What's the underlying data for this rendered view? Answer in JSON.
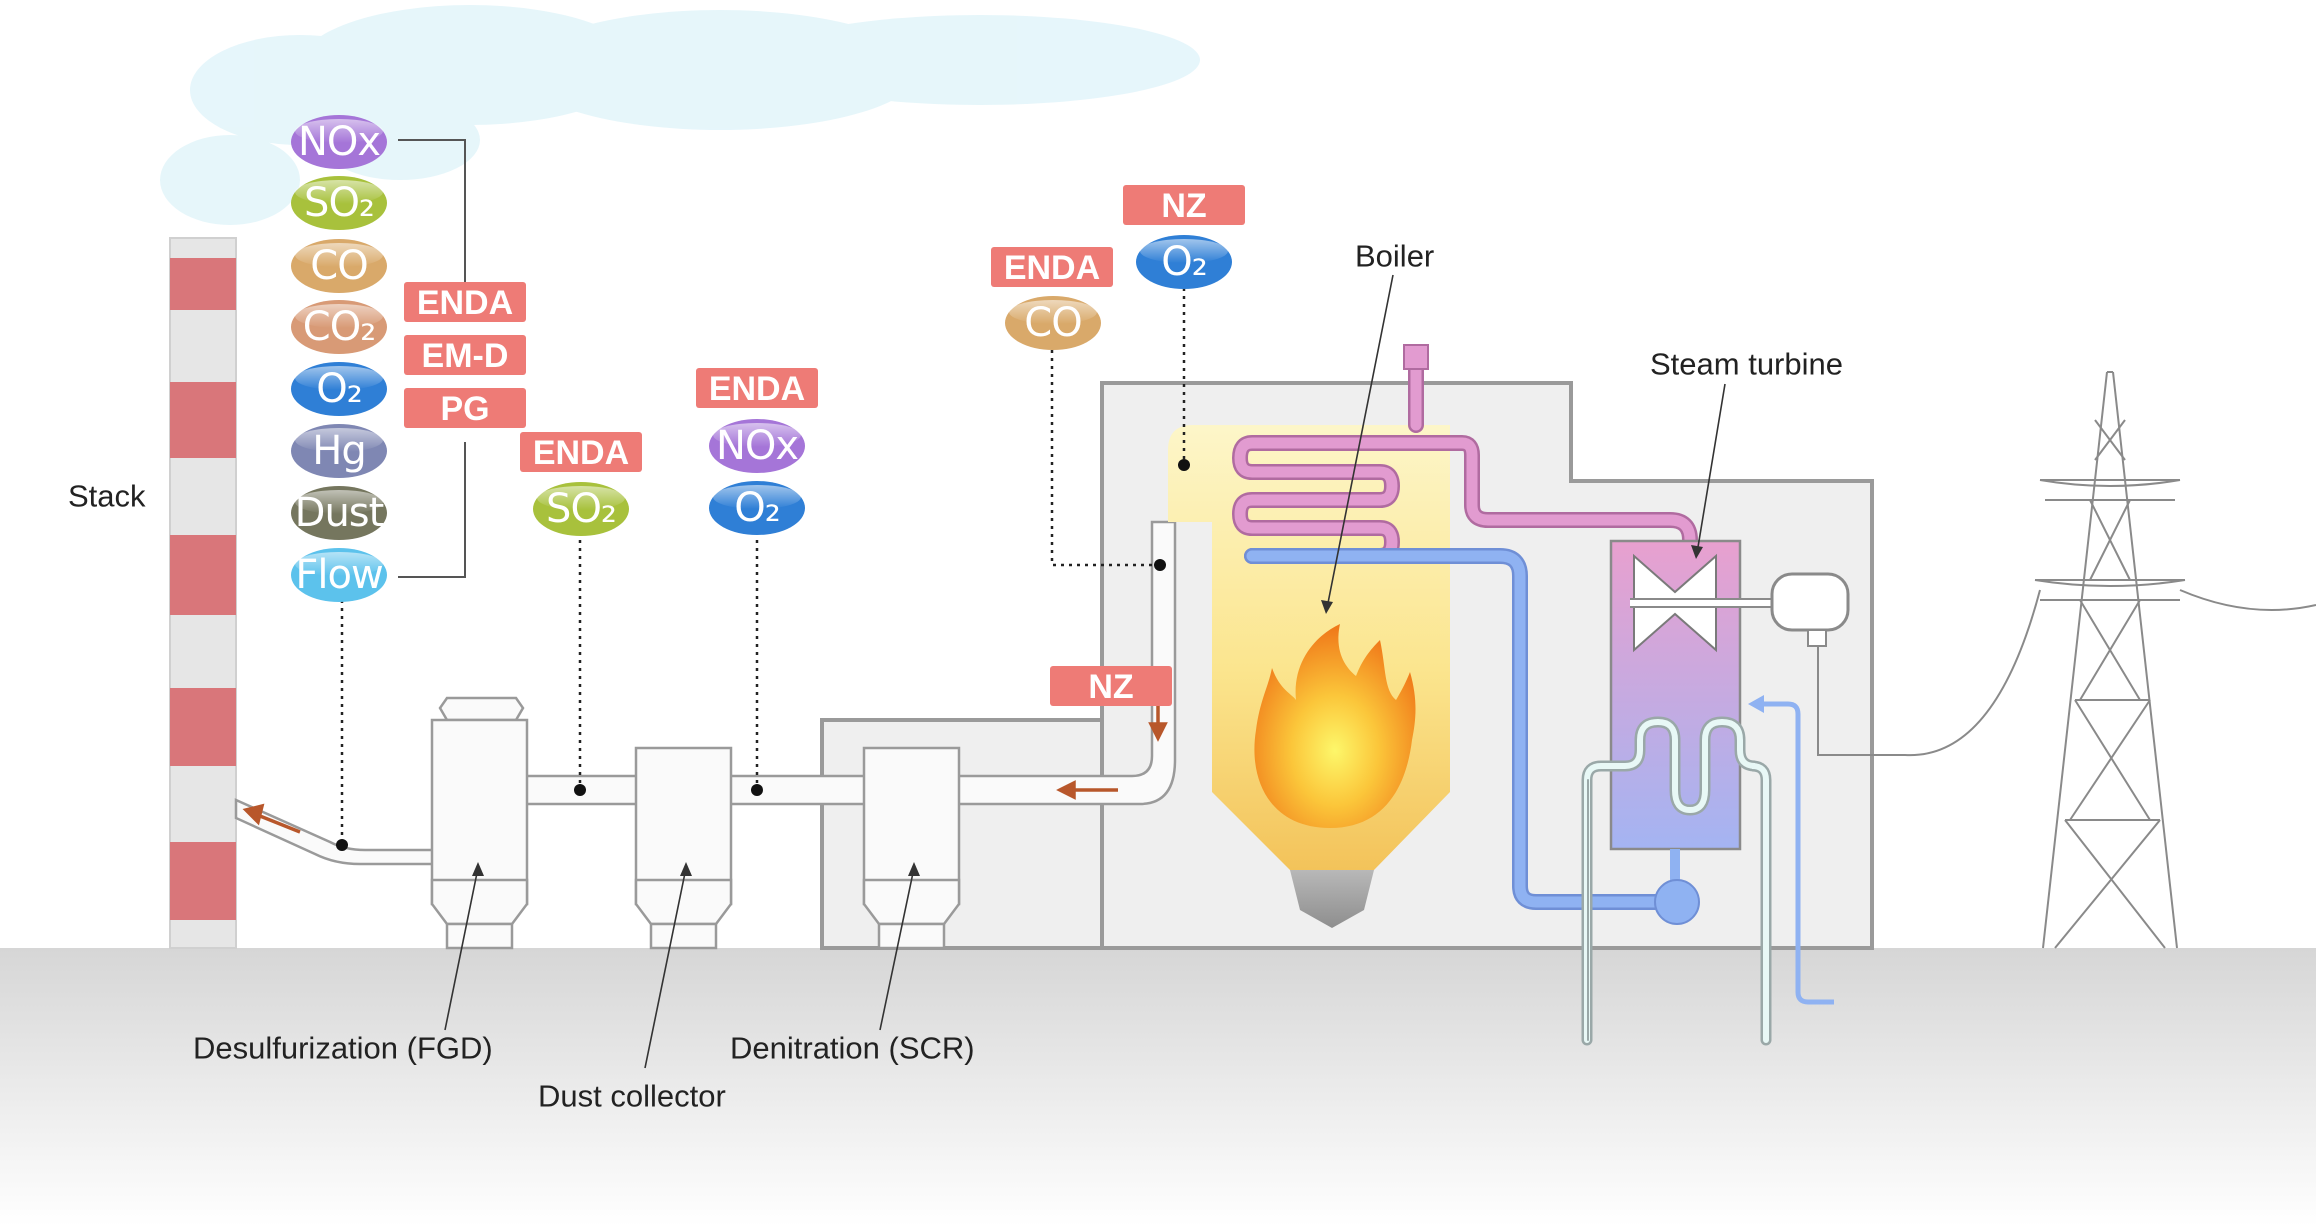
{
  "labels": {
    "stack": "Stack",
    "boiler": "Boiler",
    "steam_turbine": "Steam turbine",
    "desulfurization": "Desulfurization (FGD)",
    "dust_collector": "Dust collector",
    "denitration": "Denitration (SCR)"
  },
  "stack_analyzers": {
    "components": [
      {
        "text": "NOx",
        "color": "#a575d8"
      },
      {
        "text": "SO₂",
        "color": "#a8c13c"
      },
      {
        "text": "CO",
        "color": "#d9a96a"
      },
      {
        "text": "CO₂",
        "color": "#d89a76"
      },
      {
        "text": "O₂",
        "color": "#2f7fd6"
      },
      {
        "text": "Hg",
        "color": "#7f87b3"
      },
      {
        "text": "Dust",
        "color": "#75765e"
      },
      {
        "text": "Flow",
        "color": "#5cc2ec"
      }
    ],
    "products": [
      "ENDA",
      "EM-D",
      "PG"
    ]
  },
  "fgd_inlet": {
    "products": [
      "ENDA"
    ],
    "components": [
      {
        "text": "SO₂",
        "color": "#a8c13c"
      }
    ]
  },
  "dust_inlet": {
    "products": [
      "ENDA"
    ],
    "components": [
      {
        "text": "NOx",
        "color": "#a575d8"
      },
      {
        "text": "O₂",
        "color": "#2f7fd6"
      }
    ]
  },
  "boiler_co": {
    "products": [
      "ENDA"
    ],
    "components": [
      {
        "text": "CO",
        "color": "#d9a96a"
      }
    ]
  },
  "boiler_o2": {
    "products": [
      "NZ"
    ],
    "components": [
      {
        "text": "O₂",
        "color": "#2f7fd6"
      }
    ]
  },
  "duct_probe": {
    "products": [
      "NZ"
    ]
  },
  "colors": {
    "tag": "#ee7b76",
    "stack_stripe": "#d9767a",
    "flow_arrow": "#b8572b",
    "steam_pipe": "#e29bd0",
    "water_pipe": "#8fb2f2"
  }
}
